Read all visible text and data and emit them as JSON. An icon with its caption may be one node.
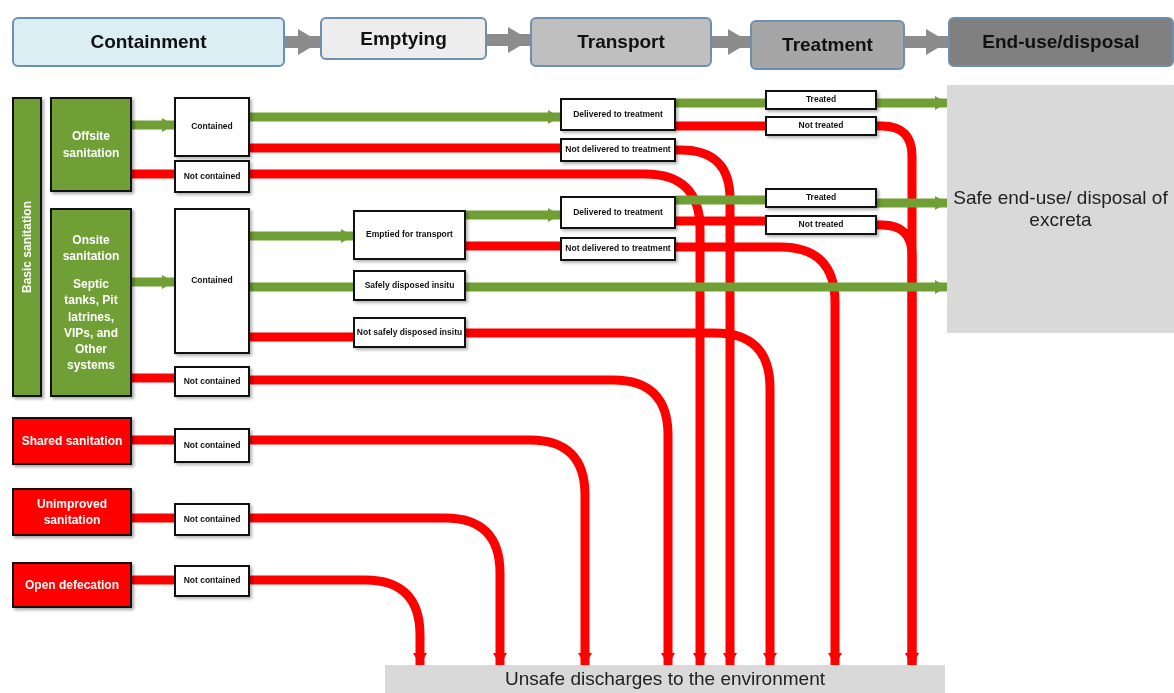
{
  "diagram": {
    "nodes": [
      {
        "text": [
          "Containment"
        ]
      },
      {
        "text": [
          "Emptying"
        ]
      },
      {
        "text": [
          "Transport"
        ]
      },
      {
        "text": [
          "Treatment"
        ]
      },
      {
        "text": [
          "End-use/disposal"
        ]
      },
      {
        "text": [
          "Basic sanitation"
        ]
      },
      {
        "text": [
          "Offsite sanitation"
        ]
      },
      {
        "text": [
          "Onsite sanitation",
          "Septic tanks, Pit latrines, VIPs, and Other systems"
        ]
      },
      {
        "text": [
          "Contained"
        ]
      },
      {
        "text": [
          "Not contained"
        ]
      },
      {
        "text": [
          "Delivered to treatment"
        ]
      },
      {
        "text": [
          "Not delivered to treatment"
        ]
      },
      {
        "text": [
          "Treated"
        ]
      },
      {
        "text": [
          "Not treated"
        ]
      },
      {
        "text": [
          "Contained"
        ]
      },
      {
        "text": [
          "Emptied for transport"
        ]
      },
      {
        "text": [
          "Safely disposed insitu"
        ]
      },
      {
        "text": [
          "Not safely disposed insitu"
        ]
      },
      {
        "text": [
          "Delivered to treatment"
        ]
      },
      {
        "text": [
          "Not delivered to treatment"
        ]
      },
      {
        "text": [
          "Treated"
        ]
      },
      {
        "text": [
          "Not treated"
        ]
      },
      {
        "text": [
          "Not contained"
        ]
      },
      {
        "text": [
          "Shared sanitation"
        ]
      },
      {
        "text": [
          "Not contained"
        ]
      },
      {
        "text": [
          "Unimproved sanitation"
        ]
      },
      {
        "text": [
          "Not contained"
        ]
      },
      {
        "text": [
          "Open defecation"
        ]
      },
      {
        "text": [
          "Not contained"
        ]
      },
      {
        "text": [
          "Safe end-use/ disposal of excreta"
        ]
      },
      {
        "text": [
          "Unsafe discharges to the environment"
        ]
      }
    ],
    "edges": [
      {
        "from": 0,
        "to": 1,
        "arrow": "to",
        "color": "#8c8c8c"
      },
      {
        "from": 1,
        "to": 2,
        "arrow": "to",
        "color": "#8c8c8c"
      },
      {
        "from": 2,
        "to": 3,
        "arrow": "to",
        "color": "#8c8c8c"
      },
      {
        "from": 3,
        "to": 4,
        "arrow": "to",
        "color": "#8c8c8c"
      },
      {
        "from": 6,
        "to": 8,
        "arrow": "to",
        "color": "#6f9f35"
      },
      {
        "from": 6,
        "to": 9,
        "arrow": "none"
      },
      {
        "from": 8,
        "to": 10,
        "arrow": "to",
        "color": "#6f9f35"
      },
      {
        "from": 8,
        "to": 11,
        "arrow": "none"
      },
      {
        "from": 10,
        "to": 12,
        "arrow": "none",
        "color": "#6f9f35"
      },
      {
        "from": 10,
        "to": 13,
        "arrow": "none"
      },
      {
        "from": 12,
        "to": 29,
        "arrow": "to",
        "color": "#6f9f35"
      },
      {
        "from": 13,
        "to": 30,
        "arrow": "to"
      },
      {
        "from": 11,
        "to": 30,
        "arrow": "to"
      },
      {
        "from": 9,
        "to": 30,
        "arrow": "to"
      },
      {
        "from": 7,
        "to": 14,
        "arrow": "to",
        "color": "#6f9f35"
      },
      {
        "from": 14,
        "to": 15,
        "arrow": "to",
        "color": "#6f9f35"
      },
      {
        "from": 14,
        "to": 16,
        "arrow": "none",
        "color": "#6f9f35"
      },
      {
        "from": 14,
        "to": 17,
        "arrow": "none"
      },
      {
        "from": 15,
        "to": 18,
        "arrow": "to",
        "color": "#6f9f35"
      },
      {
        "from": 15,
        "to": 19,
        "arrow": "none"
      },
      {
        "from": 18,
        "to": 20,
        "arrow": "none",
        "color": "#6f9f35"
      },
      {
        "from": 18,
        "to": 21,
        "arrow": "none"
      },
      {
        "from": 20,
        "to": 29,
        "arrow": "to",
        "color": "#6f9f35"
      },
      {
        "from": 21,
        "to": 30,
        "arrow": "to"
      },
      {
        "from": 19,
        "to": 30,
        "arrow": "to"
      },
      {
        "from": 16,
        "to": 29,
        "arrow": "to",
        "color": "#6f9f35"
      },
      {
        "from": 17,
        "to": 30,
        "arrow": "to"
      },
      {
        "from": 7,
        "to": 22,
        "arrow": "none"
      },
      {
        "from": 22,
        "to": 30,
        "arrow": "to"
      },
      {
        "from": 23,
        "to": 24,
        "arrow": "none"
      },
      {
        "from": 24,
        "to": 30,
        "arrow": "to"
      },
      {
        "from": 25,
        "to": 26,
        "arrow": "none"
      },
      {
        "from": 26,
        "to": 30,
        "arrow": "to"
      },
      {
        "from": 27,
        "to": 28,
        "arrow": "none"
      },
      {
        "from": 28,
        "to": 30,
        "arrow": "to"
      }
    ]
  }
}
